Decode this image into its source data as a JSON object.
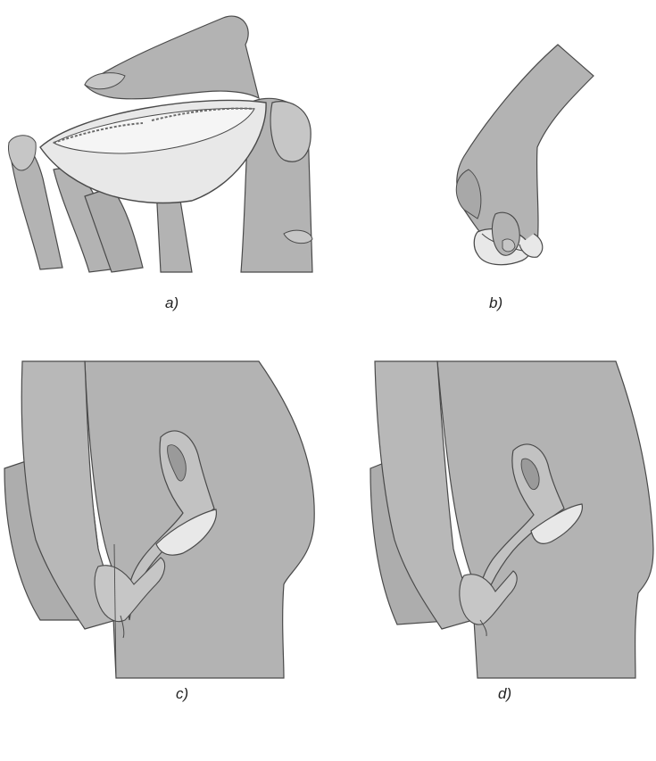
{
  "captions": {
    "a": "a)",
    "b": "b)",
    "c": "c)",
    "d": "d)"
  },
  "colors": {
    "skin": "#b3b3b3",
    "skin_light": "#cdcdcd",
    "cup": "#e8e8e8",
    "line": "#4a4a4a",
    "background": "#ffffff"
  }
}
